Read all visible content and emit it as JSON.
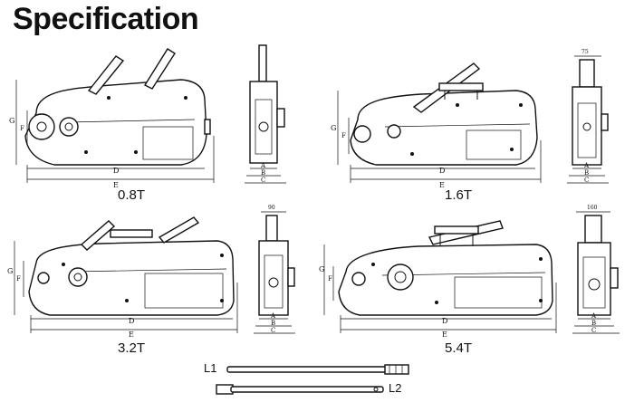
{
  "title": "Specification",
  "models": [
    {
      "caption": "0.8T",
      "front": {
        "d": "D",
        "e": "E",
        "g": "G",
        "f": "F"
      },
      "side": {
        "a": "A",
        "b": "B",
        "c": "C"
      }
    },
    {
      "caption": "1.6T",
      "front": {
        "d": "D",
        "e": "E",
        "g": "G",
        "f": "F"
      },
      "side": {
        "a": "A",
        "b": "B",
        "c": "C",
        "top": "75"
      }
    },
    {
      "caption": "3.2T",
      "front": {
        "d": "D",
        "e": "E",
        "g": "G",
        "f": "F"
      },
      "side": {
        "a": "A",
        "b": "B",
        "c": "C",
        "top": "90"
      }
    },
    {
      "caption": "5.4T",
      "front": {
        "d": "D",
        "e": "E",
        "g": "G",
        "f": "F"
      },
      "side": {
        "a": "A",
        "b": "B",
        "c": "C",
        "top": "160"
      }
    }
  ],
  "handles": {
    "l1": "L1",
    "l2": "L2"
  }
}
